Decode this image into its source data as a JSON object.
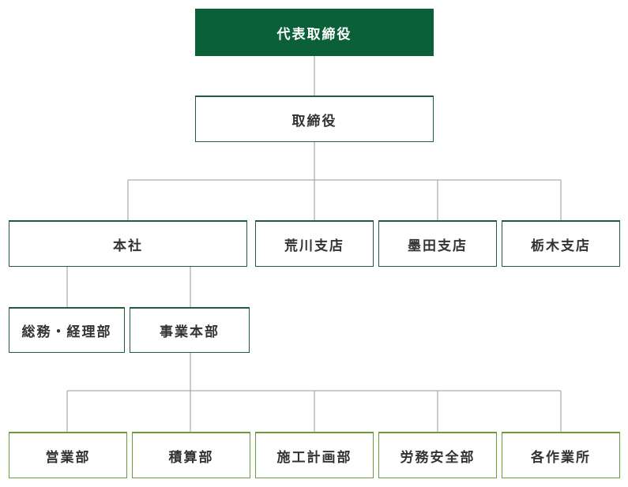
{
  "org": {
    "ceo": "代表取締役",
    "board": "取締役",
    "honsha": "本社",
    "arakawa": "荒川支店",
    "sumida": "墨田支店",
    "tochigi": "栃木支店",
    "soumu": "総務・経理部",
    "jigyou": "事業本部",
    "eigyou": "営業部",
    "sekisan": "積算部",
    "sekou": "施工計画部",
    "roumu": "労務安全部",
    "sagyousho": "各作業所"
  },
  "colors": {
    "top_fill": "#0b6137",
    "border_dark": "#1f5c3c",
    "border_olive": "#6a9a3a",
    "connector": "#9a9a9a"
  }
}
